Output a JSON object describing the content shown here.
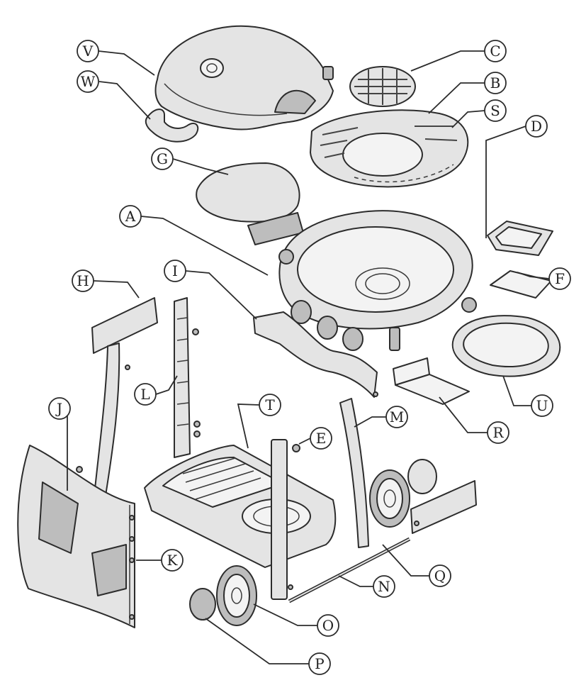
{
  "callouts": [
    {
      "id": "V",
      "label": "V"
    },
    {
      "id": "W",
      "label": "W"
    },
    {
      "id": "C",
      "label": "C"
    },
    {
      "id": "B",
      "label": "B"
    },
    {
      "id": "S",
      "label": "S"
    },
    {
      "id": "D",
      "label": "D"
    },
    {
      "id": "G",
      "label": "G"
    },
    {
      "id": "A",
      "label": "A"
    },
    {
      "id": "F",
      "label": "F"
    },
    {
      "id": "H",
      "label": "H"
    },
    {
      "id": "I",
      "label": "I"
    },
    {
      "id": "L",
      "label": "L"
    },
    {
      "id": "U",
      "label": "U"
    },
    {
      "id": "J",
      "label": "J"
    },
    {
      "id": "T",
      "label": "T"
    },
    {
      "id": "M",
      "label": "M"
    },
    {
      "id": "E",
      "label": "E"
    },
    {
      "id": "R",
      "label": "R"
    },
    {
      "id": "K",
      "label": "K"
    },
    {
      "id": "Q",
      "label": "Q"
    },
    {
      "id": "N",
      "label": "N"
    },
    {
      "id": "O",
      "label": "O"
    },
    {
      "id": "P",
      "label": "P"
    }
  ],
  "colors": {
    "line": "#2c2c2c",
    "fill": "#e4e4e4",
    "background": "#ffffff"
  }
}
